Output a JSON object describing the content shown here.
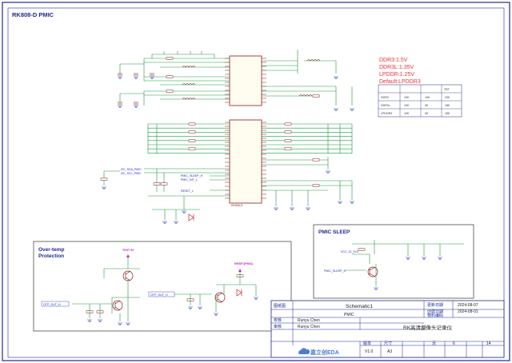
{
  "sheet_title": "RK808-D PMIC",
  "voltage_note": {
    "lines": [
      "DDR3:1.5V",
      "DDR3L:1.35V",
      "LPDDR:1.25V",
      "Default:LPDDR3"
    ]
  },
  "ddr_table": {
    "rows": [
      [
        "",
        "",
        "",
        "TBT"
      ],
      [
        "DDR3",
        "10K",
        "10K",
        "20K"
      ],
      [
        "DDR3L",
        "10K",
        "0K",
        "18K"
      ],
      [
        "LPDDR3",
        "10K",
        "0K",
        "15K"
      ]
    ]
  },
  "over_temp": {
    "title_line1": "Over-temp",
    "title_line2": "Protection",
    "test_label": "TEST 5V",
    "reset_label": "RESET(PMIC)",
    "otp_out_label": "OTP_OUT_H",
    "otp_out_label2": "OTP_OUT_H"
  },
  "pmic_sleep": {
    "title": "PMIC SLEEP",
    "net_sleep": "PMIC_SLEEP_H",
    "net_vcc": "VCC_IO_3V3"
  },
  "labels": {
    "dc_sda": "I2C_SDA_PMIC",
    "dc_scl": "I2C_SCL_PMIC",
    "sleep": "PMIC_SLEEP_H",
    "int": "PMIC_INT_L",
    "reset": "RESET_L",
    "u_name": "RK808-D",
    "gnd": "GND"
  },
  "title_block": {
    "drawing_label": "图纸图",
    "drawing_value": "Schematic1",
    "update_label": "更新日期",
    "update_value": "2024-08-07",
    "create_label": "创建日期",
    "create_value": "2024-08-01",
    "part_label": "物料编码",
    "page_label": "PMIC",
    "check_label": "校核",
    "check_value": "Runyu Chen",
    "review_label": "审核",
    "review_value": "Runyu Chen",
    "project": "RK高清摄像头记录仪",
    "version_label": "版本",
    "size_label": "尺寸",
    "version_value": "V1.0",
    "size_value": "A3",
    "sheet_label": "页",
    "sheet_num": "6",
    "sheet_total": "14",
    "logo_text": "嘉立创EDA"
  },
  "colors": {
    "frame": "#1f2a8c",
    "wire": "#1a9a3c",
    "chip": "#8a1a1a",
    "net": "#1a2fb5",
    "note": "#e8323c",
    "marker": "#c228c8"
  }
}
